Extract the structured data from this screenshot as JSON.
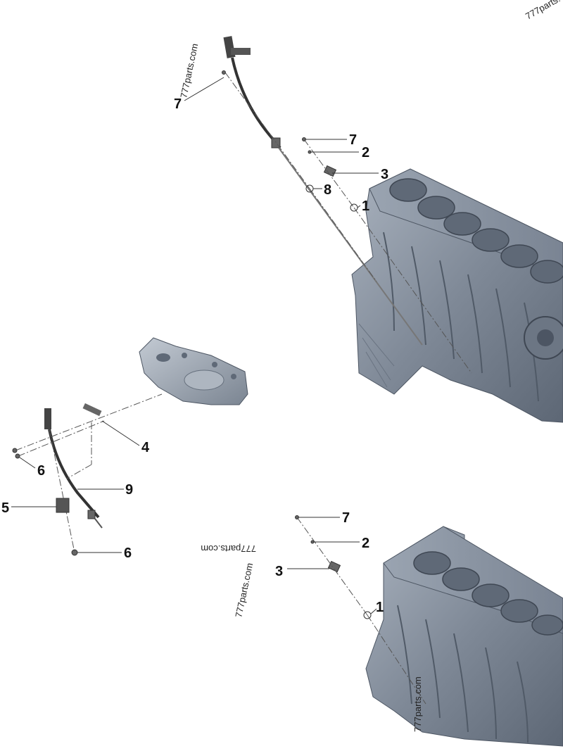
{
  "watermark": "777parts.com",
  "watermark_corner": "777parts.",
  "colors": {
    "block": "#8b95a3",
    "block_dark": "#5e6876",
    "block_light": "#b4bcc7",
    "dipstick": "#3a3a3a"
  },
  "callouts": [
    {
      "id": "c7a",
      "label": "7"
    },
    {
      "id": "c7b",
      "label": "7"
    },
    {
      "id": "c2a",
      "label": "2"
    },
    {
      "id": "c3a",
      "label": "3"
    },
    {
      "id": "c8",
      "label": "8"
    },
    {
      "id": "c1a",
      "label": "1"
    },
    {
      "id": "c4",
      "label": "4"
    },
    {
      "id": "c6a",
      "label": "6"
    },
    {
      "id": "c9",
      "label": "9"
    },
    {
      "id": "c5",
      "label": "5"
    },
    {
      "id": "c6b",
      "label": "6"
    },
    {
      "id": "c7c",
      "label": "7"
    },
    {
      "id": "c2b",
      "label": "2"
    },
    {
      "id": "c3b",
      "label": "3"
    },
    {
      "id": "c1b",
      "label": "1"
    }
  ]
}
